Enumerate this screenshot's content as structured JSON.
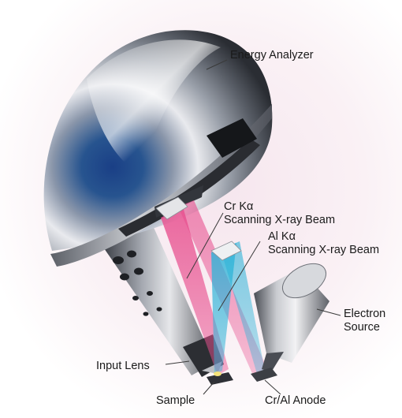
{
  "labels": {
    "energy_analyzer": "Energy Analyzer",
    "cr_ka_line1": "Cr Kα",
    "cr_ka_line2": "Scanning X-ray Beam",
    "al_ka_line1": "Al Kα",
    "al_ka_line2": "Scanning X-ray Beam",
    "electron_line1": "Electron",
    "electron_line2": "Source",
    "input_lens": "Input Lens",
    "sample": "Sample",
    "anode": "Cr/Al Anode"
  },
  "colors": {
    "background_glow": "#f6e6ee",
    "cr_beam": "#e8508f",
    "al_beam": "#2fb4d8",
    "metal_dark": "#3a3d44",
    "metal_light": "#e9eaee",
    "sphere_blue": "#1a3f86",
    "leader_line": "#3a3a3a",
    "label_text": "#1a1a1a"
  }
}
